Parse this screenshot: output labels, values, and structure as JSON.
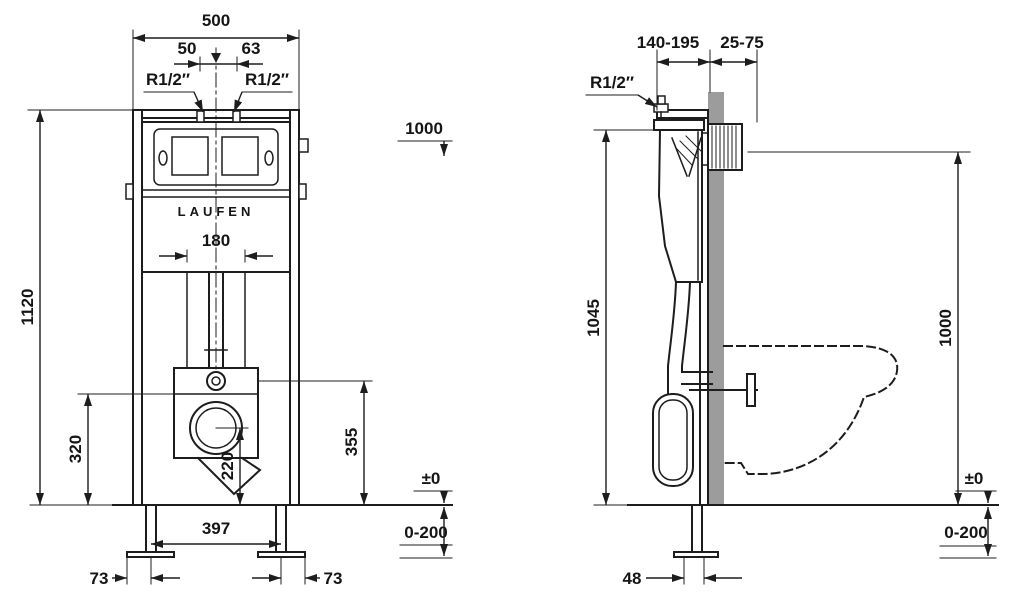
{
  "drawing": {
    "brand_logo": "LAUFEN",
    "front_view": {
      "width_total": "500",
      "offset_left": "50",
      "offset_right": "63",
      "connection_left": "R1/2″",
      "connection_right": "R1/2″",
      "level_height": "1000",
      "flush_bend_width": "180",
      "frame_height": "1120",
      "dim_320": "320",
      "dim_220": "220",
      "dim_355": "355",
      "floor_level": "±0",
      "foot_spacing": "397",
      "floor_range": "0-200",
      "foot_left_width": "73",
      "foot_right_width": "73"
    },
    "side_view": {
      "frame_depth_range": "140-195",
      "wall_range": "25-75",
      "connection": "R1/2″",
      "frame_height": "1045",
      "level_height": "1000",
      "floor_level": "±0",
      "foot_depth": "48",
      "floor_range": "0-200"
    },
    "colors": {
      "wall_fill": "#9c9c9c"
    }
  }
}
